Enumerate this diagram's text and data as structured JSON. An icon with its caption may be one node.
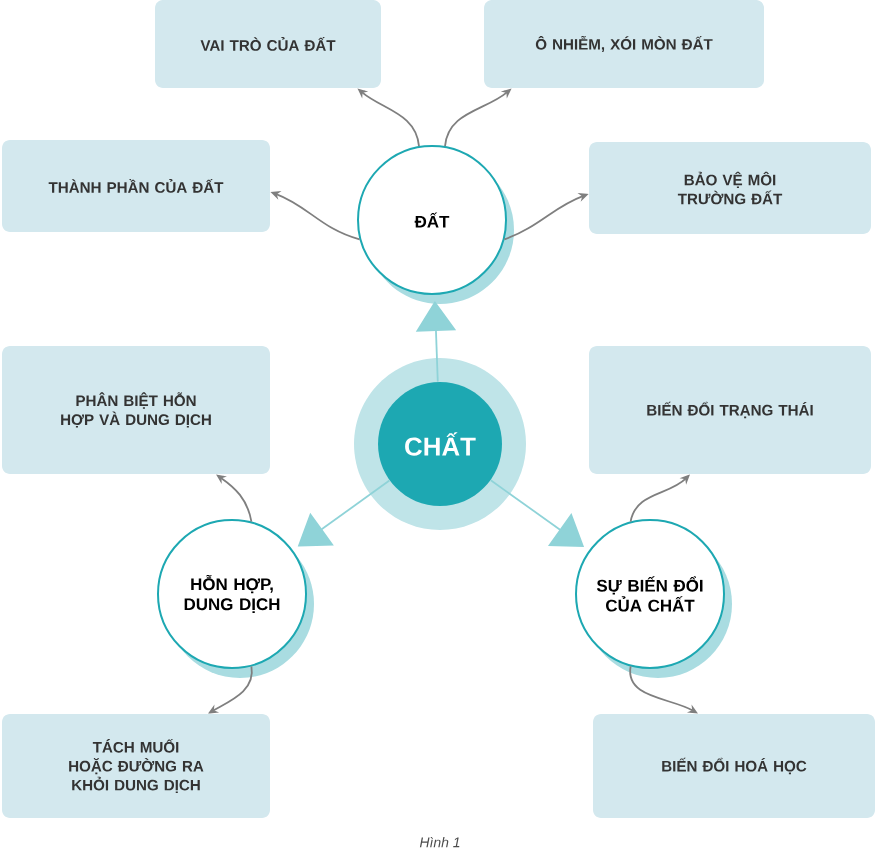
{
  "diagram": {
    "caption": "Hình 1",
    "nodes": [
      {
        "text": [
          "CHẤT"
        ]
      },
      {
        "text": [
          "ĐẤT"
        ]
      },
      {
        "text": [
          "HỖN HỢP, DUNG DỊCH"
        ]
      },
      {
        "text": [
          "SỰ BIẾN ĐỔI CỦA CHẤT"
        ]
      },
      {
        "text": [
          "VAI TRÒ CỦA ĐẤT"
        ]
      },
      {
        "text": [
          "Ô NHIỄM, XÓI MÒN ĐẤT"
        ]
      },
      {
        "text": [
          "THÀNH PHẦN CỦA ĐẤT"
        ]
      },
      {
        "text": [
          "BẢO VỆ MÔI TRƯỜNG ĐẤT"
        ]
      },
      {
        "text": [
          "PHÂN BIỆT HỖN HỢP VÀ DUNG DỊCH"
        ]
      },
      {
        "text": [
          "BIẾN ĐỔI TRẠNG THÁI"
        ]
      },
      {
        "text": [
          "TÁCH MUỐI HOẶC ĐƯỜNG RA KHỎI DUNG DỊCH"
        ]
      },
      {
        "text": [
          "BIẾN ĐỔI HOÁ HỌC"
        ]
      }
    ],
    "edges": [
      {
        "from": 0,
        "to": 1,
        "arrow": "to",
        "color": "#8fd3d8"
      },
      {
        "from": 0,
        "to": 2,
        "arrow": "to",
        "color": "#8fd3d8"
      },
      {
        "from": 0,
        "to": 3,
        "arrow": "to",
        "color": "#8fd3d8"
      },
      {
        "from": 1,
        "to": 4,
        "arrow": "to"
      },
      {
        "from": 1,
        "to": 5,
        "arrow": "to"
      },
      {
        "from": 1,
        "to": 6,
        "arrow": "to"
      },
      {
        "from": 1,
        "to": 7,
        "arrow": "to"
      },
      {
        "from": 2,
        "to": 8,
        "arrow": "to"
      },
      {
        "from": 2,
        "to": 10,
        "arrow": "to"
      },
      {
        "from": 3,
        "to": 9,
        "arrow": "to"
      },
      {
        "from": 3,
        "to": 11,
        "arrow": "to"
      }
    ]
  }
}
